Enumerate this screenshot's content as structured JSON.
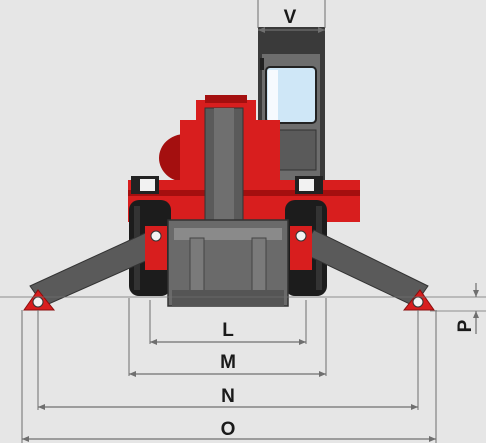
{
  "dimension_labels": {
    "V": "V",
    "L": "L",
    "M": "M",
    "N": "N",
    "O": "O",
    "P": "P"
  },
  "colors": {
    "background": "#e6e6e6",
    "machine_red": "#d81e1e",
    "machine_dark_red": "#a40f0f",
    "boom_grey": "#5a5a5a",
    "tyre_black": "#1c1c1c",
    "cab_glass": "#cfe7f7",
    "dimension_line": "#6f6f6f"
  }
}
